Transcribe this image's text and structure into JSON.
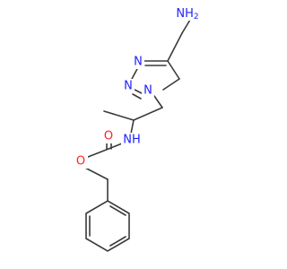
{
  "molecule": {
    "atoms": {
      "amine_n": "NH",
      "amine_h_sub": "2",
      "triazole_n1": "N",
      "triazole_n2": "N",
      "triazole_n3": "N",
      "carbamate_nh": "NH",
      "carbonyl_o": "O",
      "ester_o": "O"
    },
    "colors": {
      "bond": "#3a3a3a",
      "nitrogen": "#2020ff",
      "oxygen": "#ff2020"
    }
  }
}
